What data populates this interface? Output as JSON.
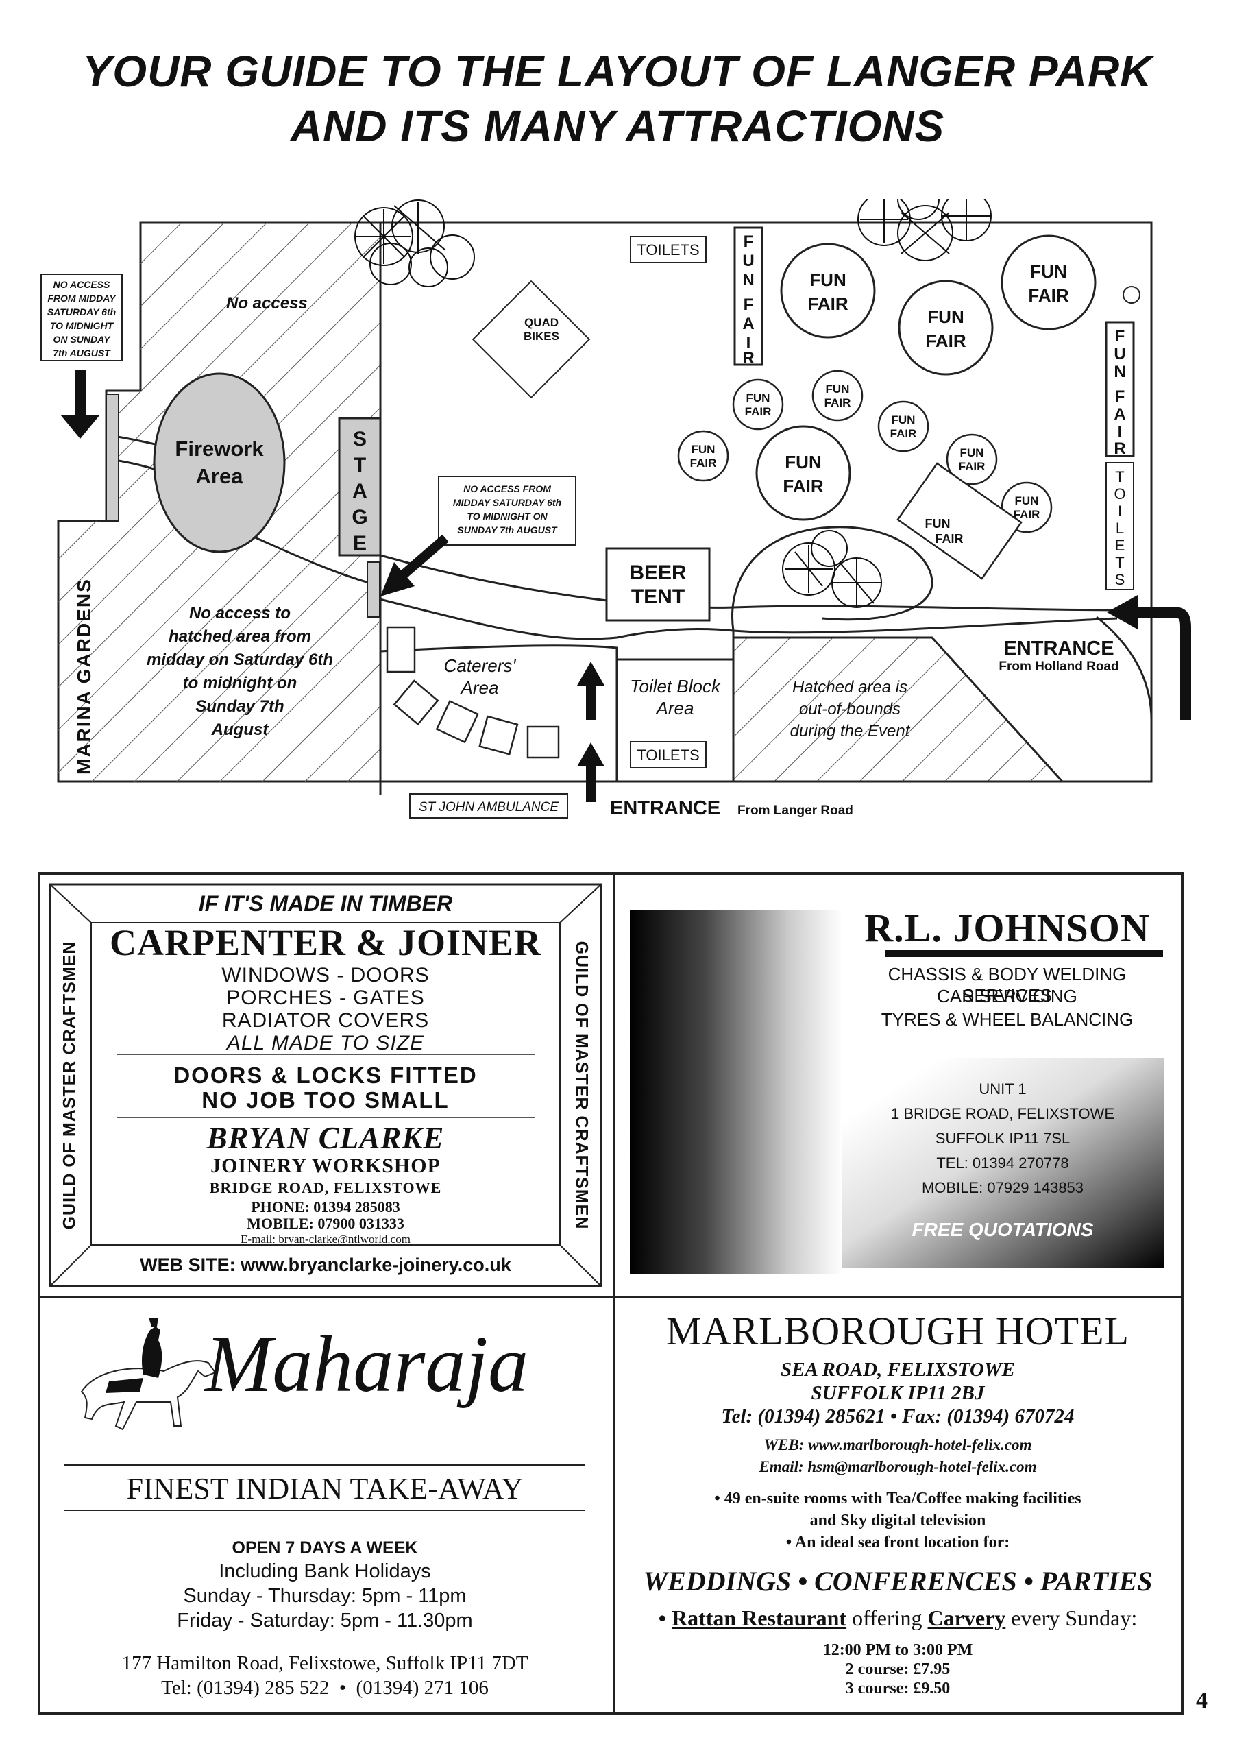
{
  "title": {
    "line1": "YOUR GUIDE TO THE LAYOUT OF LANGER PARK",
    "line2": "AND ITS MANY ATTRACTIONS"
  },
  "map": {
    "no_access_notice_left": [
      "NO ACCESS",
      "FROM MIDDAY",
      "SATURDAY 6th",
      "TO MIDNIGHT",
      "ON SUNDAY",
      "7th AUGUST"
    ],
    "no_access_label": "No access",
    "firework_area": [
      "Firework",
      "Area"
    ],
    "stage": "STAGE",
    "no_access_notice_stage": [
      "NO ACCESS FROM",
      "MIDDAY SATURDAY 6th",
      "TO MIDNIGHT ON",
      "SUNDAY 7th AUGUST"
    ],
    "hatched_note": [
      "No access to",
      "hatched area from",
      "midday on Saturday 6th",
      "to midnight on",
      "Sunday 7th",
      "August"
    ],
    "marina_gardens": "MARINA GARDENS",
    "quad_bikes": [
      "QUAD",
      "BIKES"
    ],
    "toilets": "TOILETS",
    "fun_fair": "FUN FAIR",
    "fun_fair_letters": [
      "F",
      "U",
      "N",
      "F",
      "A",
      "I",
      "R"
    ],
    "toilets_letters": [
      "T",
      "O",
      "I",
      "L",
      "E",
      "T",
      "S"
    ],
    "fun": "FUN",
    "fair": "FAIR",
    "beer_tent": [
      "BEER",
      "TENT"
    ],
    "caterers_area": [
      "Caterers'",
      "Area"
    ],
    "toilet_block": [
      "Toilet Block",
      "Area"
    ],
    "out_of_bounds": [
      "Hatched area is",
      "out-of-bounds",
      "during the Event"
    ],
    "entrance_holland": "ENTRANCE",
    "entrance_holland_sub": "From Holland Road",
    "entrance_langer": "ENTRANCE",
    "entrance_langer_sub": "From Langer Road",
    "st_john": "ST JOHN AMBULANCE"
  },
  "ad_carpenter": {
    "tagline": "IF IT'S MADE IN TIMBER",
    "heading": "CARPENTER & JOINER",
    "items": [
      "WINDOWS - DOORS",
      "PORCHES - GATES",
      "RADIATOR COVERS",
      "ALL MADE TO SIZE"
    ],
    "doors_locks": "DOORS & LOCKS FITTED",
    "no_job": "NO JOB TOO SMALL",
    "name": "BRYAN CLARKE",
    "workshop": "JOINERY WORKSHOP",
    "address": "BRIDGE ROAD, FELIXSTOWE",
    "phone": "PHONE: 01394 285083",
    "mobile": "MOBILE: 07900 031333",
    "email": "E-mail: bryan-clarke@ntlworld.com",
    "website": "WEB SITE: www.bryanclarke-joinery.co.uk",
    "guild": "GUILD OF MASTER CRAFTSMEN"
  },
  "ad_johnson": {
    "name": "R.L. JOHNSON",
    "services": [
      "CHASSIS & BODY WELDING SERVICES",
      "CAR SERVICING",
      "TYRES & WHEEL BALANCING"
    ],
    "address": [
      "UNIT 1",
      "1 BRIDGE ROAD, FELIXSTOWE",
      "SUFFOLK IP11 7SL",
      "TEL: 01394 270778",
      "MOBILE: 07929 143853"
    ],
    "quotes": "FREE QUOTATIONS"
  },
  "ad_maharaja": {
    "name": "Maharaja",
    "tagline": "FINEST INDIAN TAKE-AWAY",
    "open": "OPEN 7 DAYS A WEEK",
    "holidays": "Including Bank Holidays",
    "hours1": "Sunday - Thursday: 5pm - 11pm",
    "hours2": "Friday - Saturday: 5pm - 11.30pm",
    "address": "177 Hamilton Road, Felixstowe, Suffolk IP11 7DT",
    "tel": "Tel: (01394) 285 522  •  (01394) 271 106"
  },
  "ad_marlborough": {
    "name": "MARLBOROUGH HOTEL",
    "address1": "SEA ROAD, FELIXSTOWE",
    "address2": "SUFFOLK IP11 2BJ",
    "tel": "Tel: (01394) 285621 • Fax: (01394) 670724",
    "web": "WEB: www.marlborough-hotel-felix.com",
    "email": "Email: hsm@marlborough-hotel-felix.com",
    "bullet1a": "• 49 en-suite rooms with Tea/Coffee making facilities",
    "bullet1b": "and Sky digital television",
    "bullet2": "• An ideal sea front location for:",
    "events": "WEDDINGS • CONFERENCES • PARTIES",
    "rattan_pre": "• ",
    "rattan": "Rattan Restaurant",
    "offering": " offering ",
    "carvery": "Carvery",
    "sunday": " every Sunday:",
    "times": "12:00 PM to 3:00 PM",
    "course2": "2 course: £7.95",
    "course3": "3 course: £9.50"
  },
  "page_number": "4"
}
